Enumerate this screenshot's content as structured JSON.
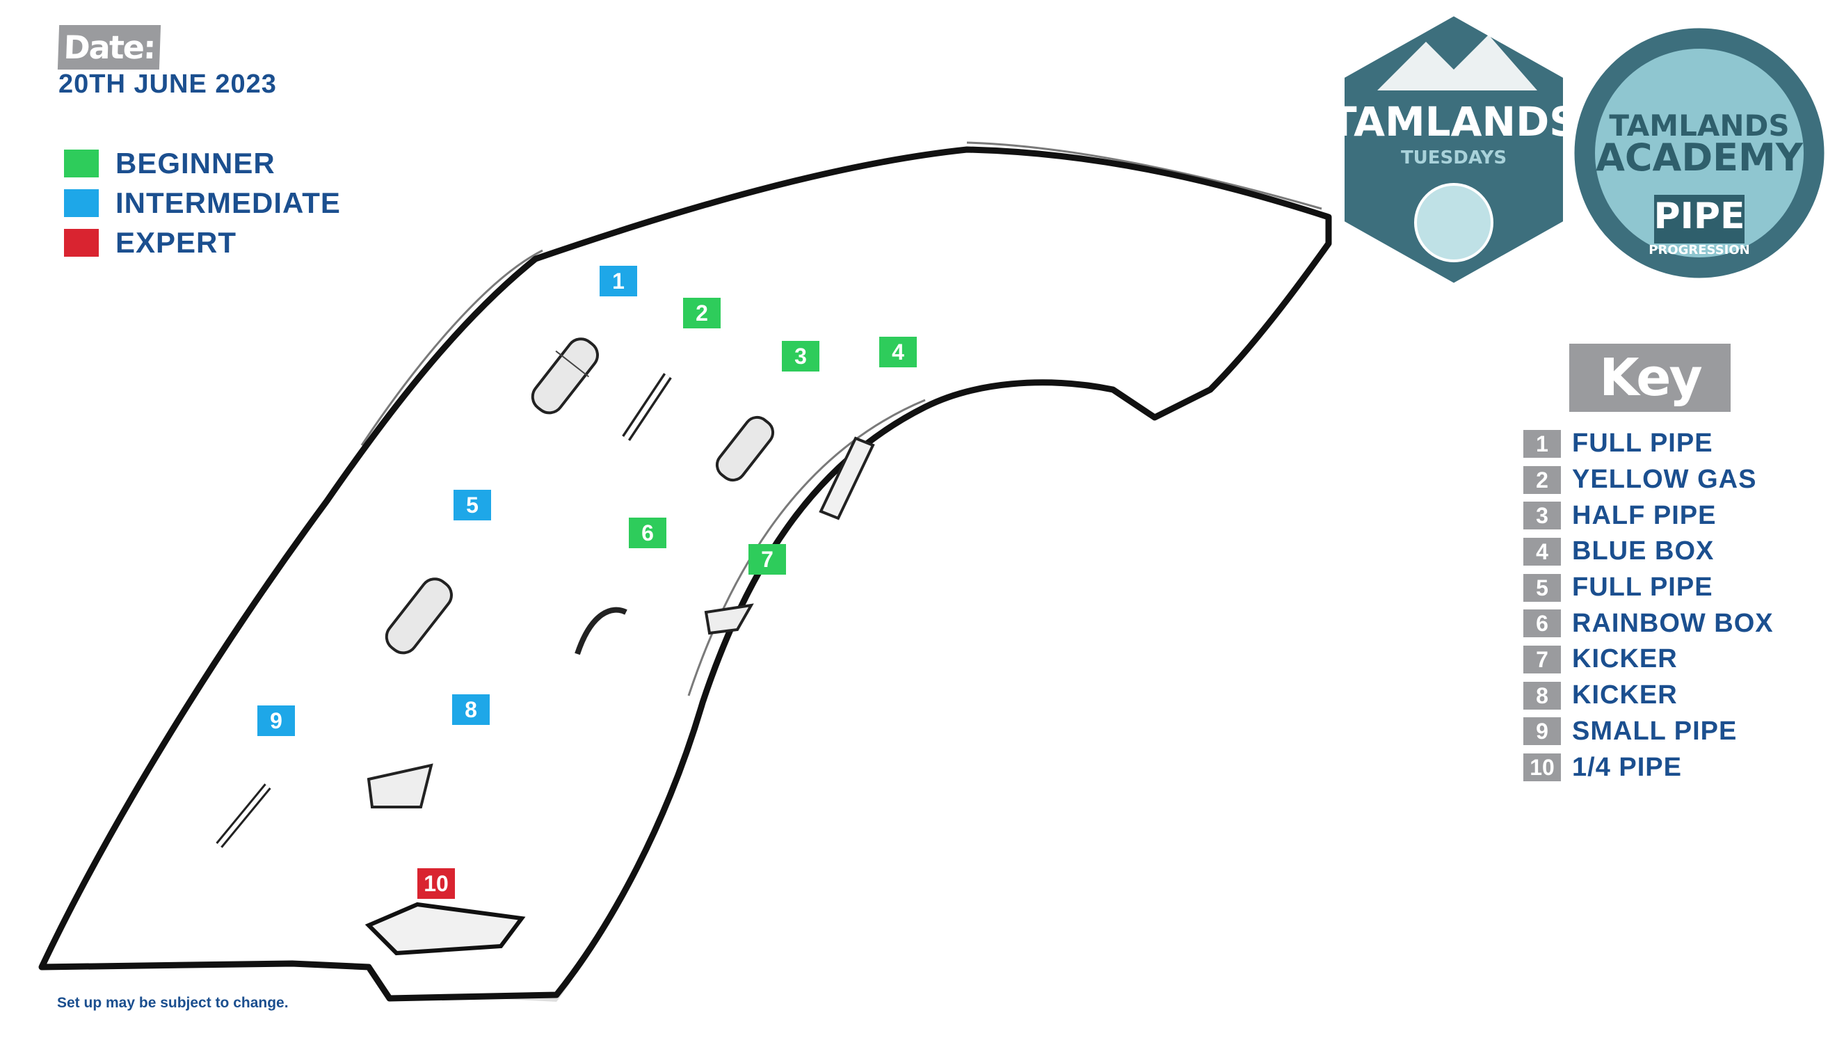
{
  "header": {
    "date_label": "Date:",
    "date_value": "20TH JUNE 2023"
  },
  "legend": [
    {
      "label": "BEGINNER",
      "color": "#2ecc5b"
    },
    {
      "label": "INTERMEDIATE",
      "color": "#1ea7e8"
    },
    {
      "label": "EXPERT",
      "color": "#d92430"
    }
  ],
  "logos": {
    "tuesdays": {
      "line1": "TAMLANDS",
      "line2": "TUESDAYS"
    },
    "academy": {
      "line1": "TAMLANDS",
      "line2": "ACADEMY",
      "line3": "PIPE",
      "line4": "PROGRESSION"
    }
  },
  "key": {
    "title": "Key",
    "items": [
      {
        "num": "1",
        "label": "FULL PIPE"
      },
      {
        "num": "2",
        "label": "YELLOW GAS"
      },
      {
        "num": "3",
        "label": "HALF PIPE"
      },
      {
        "num": "4",
        "label": "BLUE BOX"
      },
      {
        "num": "5",
        "label": "FULL PIPE"
      },
      {
        "num": "6",
        "label": "RAINBOW BOX"
      },
      {
        "num": "7",
        "label": "KICKER"
      },
      {
        "num": "8",
        "label": "KICKER"
      },
      {
        "num": "9",
        "label": "SMALL PIPE"
      },
      {
        "num": "10",
        "label": "1/4 PIPE"
      }
    ]
  },
  "markers": [
    {
      "num": "1",
      "level": "intermediate"
    },
    {
      "num": "2",
      "level": "beginner"
    },
    {
      "num": "3",
      "level": "beginner"
    },
    {
      "num": "4",
      "level": "beginner"
    },
    {
      "num": "5",
      "level": "intermediate"
    },
    {
      "num": "6",
      "level": "beginner"
    },
    {
      "num": "7",
      "level": "beginner"
    },
    {
      "num": "8",
      "level": "intermediate"
    },
    {
      "num": "9",
      "level": "intermediate"
    },
    {
      "num": "10",
      "level": "expert"
    }
  ],
  "level_colors": {
    "beginner": "#2ecc5b",
    "intermediate": "#1ea7e8",
    "expert": "#d92430"
  },
  "footnote": "Set up may be subject to change."
}
